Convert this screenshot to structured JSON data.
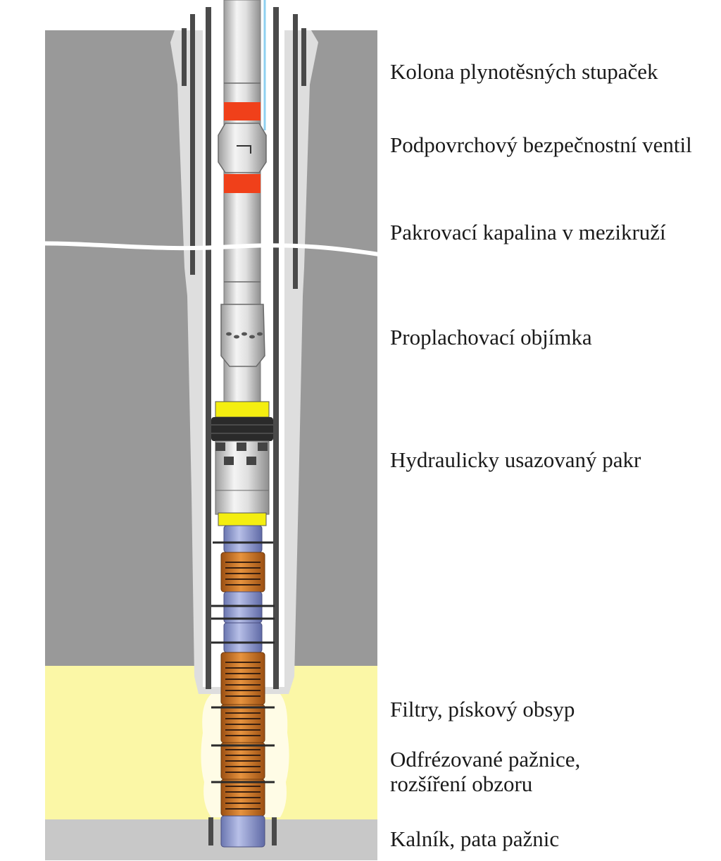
{
  "labels": [
    {
      "text": "Kolona plynotěsných stupaček"
    },
    {
      "text": "Podpovrchový bezpečnostní ventil"
    },
    {
      "text": "Pakrovací kapalina v mezikruží"
    },
    {
      "text": "Proplachovací objímka"
    },
    {
      "text": "Hydraulicky usazovaný pakr"
    },
    {
      "text": "Filtry, pískový obsyp"
    },
    {
      "text": "Odfrézované pažnice,\nrozšíření obzoru"
    },
    {
      "text": "Kalník, pata pažnic"
    }
  ],
  "colors": {
    "formation": "#999999",
    "reservoir": "#fbf7a6",
    "sump": "#c8c8c8",
    "cement": "#dedede",
    "annulus_fluid": "#ffffff",
    "casing": "#4a4a4a",
    "tubing": "#d0d0d0",
    "safety_valve_band": "#f0401a",
    "packer_yellow": "#f4ee10",
    "packer_rubber": "#2a2a2a",
    "screen": "#c8732a",
    "screen_blank": "#8f9bd2"
  }
}
